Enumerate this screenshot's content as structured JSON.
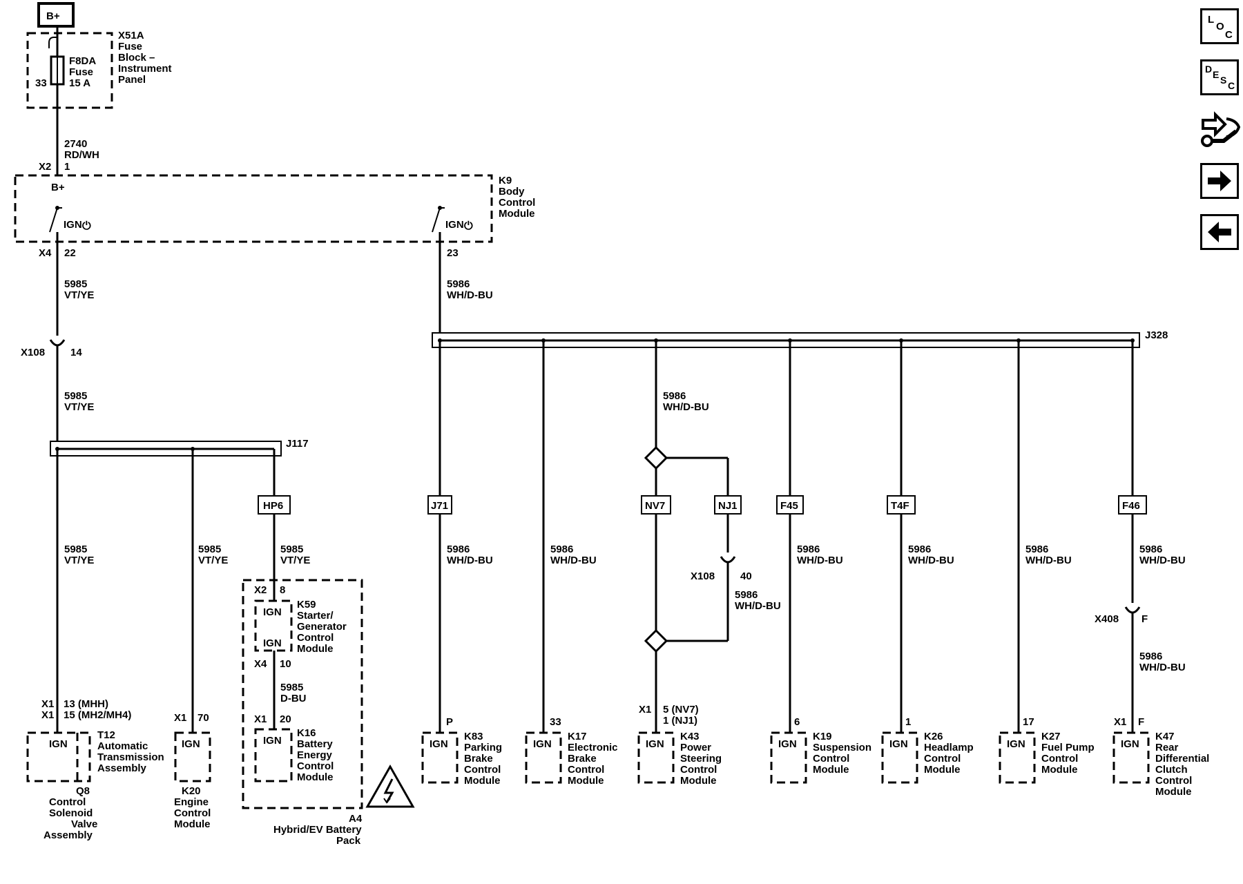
{
  "source": {
    "connector": "B+"
  },
  "fuse_block": {
    "ref": "X51A",
    "name": [
      "Fuse",
      "Block –",
      "Instrument",
      "Panel"
    ],
    "fuse_ref": "F8DA",
    "fuse_word": "Fuse",
    "fuse_rating": "15 A",
    "pin": "33"
  },
  "w2740": {
    "circuit": "2740",
    "color": "RD/WH"
  },
  "bcm": {
    "ref": "K9",
    "name": [
      "Body",
      "Control",
      "Module"
    ],
    "in_conn": "X2",
    "in_pin": "1",
    "bplus": "B+",
    "out_conn": "X4",
    "out_pin_a": "22",
    "out_pin_b": "23",
    "ign": "IGN",
    "power_glyph": "⏻"
  },
  "w5985": {
    "circuit": "5985",
    "color": "VT/YE",
    "color_dbu": "D-BU"
  },
  "w5986": {
    "circuit": "5986",
    "color": "WH/D-BU"
  },
  "inline_x108": {
    "ref": "X108",
    "pin_a": "14",
    "pin_b": "40"
  },
  "inline_x408": {
    "ref": "X408",
    "pin": "F"
  },
  "splices": {
    "j117": "J117",
    "j328": "J328"
  },
  "splice_labels": [
    "HP6",
    "J71",
    "NV7",
    "NJ1",
    "F45",
    "T4F",
    "F46"
  ],
  "modules": {
    "t12": {
      "ref": "T12",
      "name": [
        "Automatic",
        "Transmission",
        "Assembly"
      ],
      "conn": "X1",
      "pin1": "13 (MHH)",
      "pin2": "15 (MH2/MH4)",
      "q8_ref": "Q8",
      "q8_name": [
        "Control",
        "Solenoid",
        "Valve",
        "Assembly"
      ]
    },
    "k20": {
      "ref": "K20",
      "name": [
        "Engine",
        "Control",
        "Module"
      ],
      "conn": "X1",
      "pin": "70"
    },
    "k59": {
      "ref": "K59",
      "name": [
        "Starter/",
        "Generator",
        "Control",
        "Module"
      ],
      "in_conn": "X2",
      "in_pin": "8",
      "out_conn": "X4",
      "out_pin": "10"
    },
    "k16": {
      "ref": "K16",
      "name": [
        "Battery",
        "Energy",
        "Control",
        "Module"
      ],
      "conn": "X1",
      "pin": "20"
    },
    "a4": {
      "ref": "A4",
      "name": [
        "Hybrid/EV Battery",
        "Pack"
      ]
    },
    "k83": {
      "ref": "K83",
      "name": [
        "Parking",
        "Brake",
        "Control",
        "Module"
      ],
      "pin": "P"
    },
    "k17": {
      "ref": "K17",
      "name": [
        "Electronic",
        "Brake",
        "Control",
        "Module"
      ],
      "pin": "33"
    },
    "k43": {
      "ref": "K43",
      "name": [
        "Power",
        "Steering",
        "Control",
        "Module"
      ],
      "conn": "X1",
      "pin1": "5 (NV7)",
      "pin2": "1 (NJ1)"
    },
    "k19": {
      "ref": "K19",
      "name": [
        "Suspension",
        "Control",
        "Module"
      ],
      "pin": "6"
    },
    "k26": {
      "ref": "K26",
      "name": [
        "Headlamp",
        "Control",
        "Module"
      ],
      "pin": "1"
    },
    "k27": {
      "ref": "K27",
      "name": [
        "Fuel Pump",
        "Control",
        "Module"
      ],
      "pin": "17"
    },
    "k47": {
      "ref": "K47",
      "name": [
        "Rear",
        "Differential",
        "Clutch",
        "Control",
        "Module"
      ],
      "conn": "X1",
      "pin": "F"
    }
  },
  "nav": {
    "loc": [
      "L",
      "O",
      "C"
    ],
    "desc": [
      "D",
      "E",
      "S",
      "C"
    ],
    "service_icon": "wrench-arrows-icon",
    "next_icon": "arrow-right-icon",
    "prev_icon": "arrow-left-icon"
  }
}
